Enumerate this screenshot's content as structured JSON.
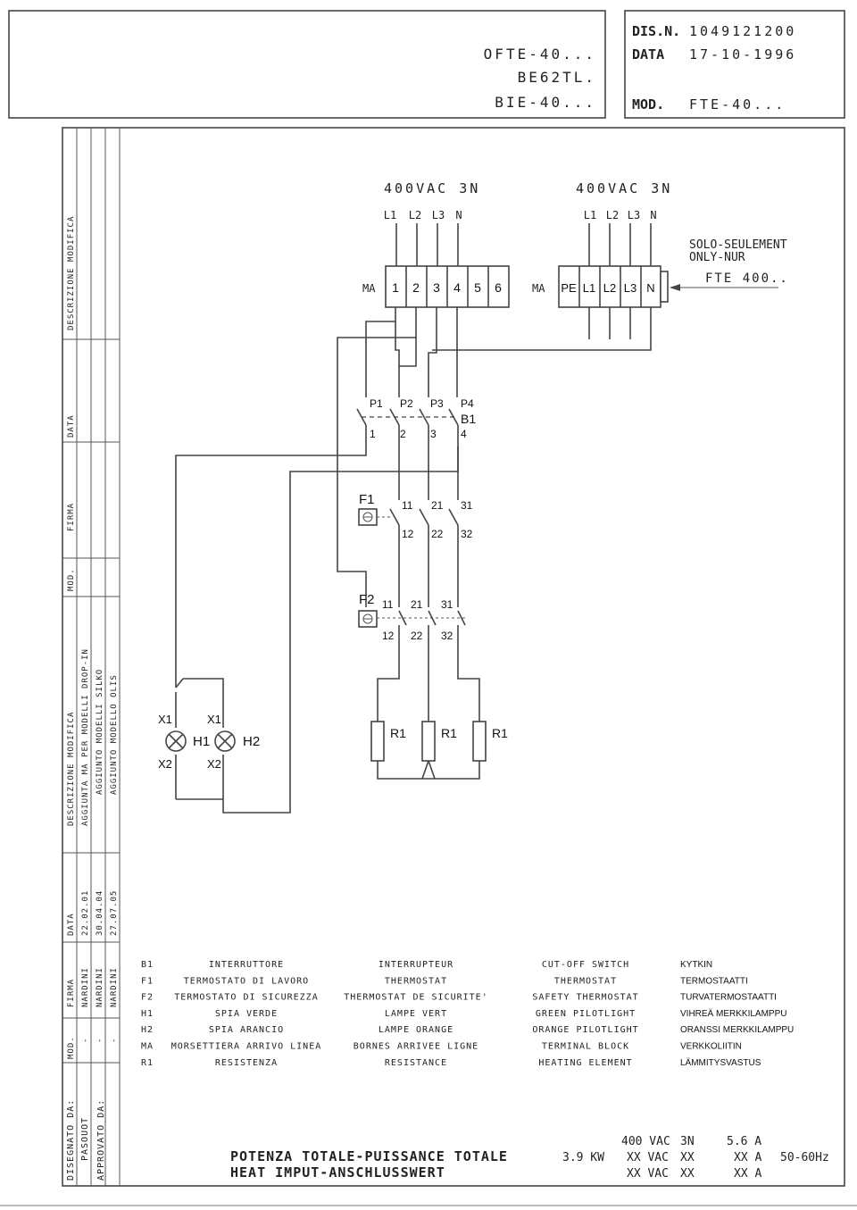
{
  "header": {
    "models": [
      "OFTE-40...",
      "BE62TL.",
      "BIE-40..."
    ],
    "dis_label": "DIS.N.",
    "dis_value": "1049121200",
    "data_label": "DATA",
    "data_value": "17-10-1996",
    "mod_label": "MOD.",
    "mod_value": "FTE-40..."
  },
  "revision_table": {
    "headers": [
      "MOD.",
      "FIRMA",
      "DATA",
      "DESCRIZIONE MODIFICA"
    ],
    "bottom_header": [
      "MOD.",
      "FIRMA",
      "DATA",
      "DESCRIZIONE MODIFICA",
      "MOD.",
      "FIRMA",
      "DATA",
      "DESCRIZIONE MODIFICA"
    ],
    "rows": [
      {
        "mod": "-",
        "firma": "NARDINI",
        "data": "22.02.01",
        "desc": "AGGIUNTA MA PER MODELLI DROP-IN"
      },
      {
        "mod": "-",
        "firma": "NARDINI",
        "data": "30.04.04",
        "desc": "AGGIUNTO MODELLI SILKO"
      },
      {
        "mod": "-",
        "firma": "NARDINI",
        "data": "27.07.05",
        "desc": "AGGIUNTO MODELLO OLIS"
      }
    ],
    "designed_by": "DISEGNATO DA:",
    "designer": "PASOUOT",
    "approved_by": "APPROVATO DA:"
  },
  "schematic": {
    "supply_left": "400VAC 3N",
    "supply_right": "400VAC 3N",
    "phases": [
      "L1",
      "L2",
      "L3",
      "N"
    ],
    "ma_label": "MA",
    "terminals_left": [
      "1",
      "2",
      "3",
      "4",
      "5",
      "6"
    ],
    "terminals_right": [
      "PE",
      "L1",
      "L2",
      "L3",
      "N"
    ],
    "solo_note": [
      "SOLO-SEULEMENT",
      "ONLY-NUR"
    ],
    "solo_model": "FTE 400..",
    "b1_poles": [
      "P1",
      "P2",
      "P3",
      "P4"
    ],
    "b1_contacts": [
      "1",
      "2",
      "3",
      "4"
    ],
    "b1_label": "B1",
    "f1_label": "F1",
    "f_top": [
      "11",
      "21",
      "31"
    ],
    "f_bottom": [
      "12",
      "22",
      "32"
    ],
    "f2_label": "F2",
    "x1": "X1",
    "x2": "X2",
    "h1": "H1",
    "h2": "H2",
    "r1": "R1"
  },
  "legend": [
    {
      "code": "B1",
      "it": "INTERRUTTORE",
      "fr": "INTERRUPTEUR",
      "en": "CUT-OFF SWITCH",
      "fi": "KYTKIN"
    },
    {
      "code": "F1",
      "it": "TERMOSTATO DI LAVORO",
      "fr": "THERMOSTAT",
      "en": "THERMOSTAT",
      "fi": "TERMOSTAATTI"
    },
    {
      "code": "F2",
      "it": "TERMOSTATO DI SICUREZZA",
      "fr": "THERMOSTAT DE SICURITE'",
      "en": "SAFETY THERMOSTAT",
      "fi": "TURVATERMOSTAATTI"
    },
    {
      "code": "H1",
      "it": "SPIA VERDE",
      "fr": "LAMPE VERT",
      "en": "GREEN PILOTLIGHT",
      "fi": "VIHREÄ MERKKILAMPPU"
    },
    {
      "code": "H2",
      "it": "SPIA ARANCIO",
      "fr": "LAMPE ORANGE",
      "en": "ORANGE PILOTLIGHT",
      "fi": "ORANSSI MERKKILAMPPU"
    },
    {
      "code": "MA",
      "it": "MORSETTIERA ARRIVO LINEA",
      "fr": "BORNES ARRIVEE LIGNE",
      "en": "TERMINAL BLOCK",
      "fi": "VERKKOLIITIN"
    },
    {
      "code": "R1",
      "it": "RESISTENZA",
      "fr": "RESISTANCE",
      "en": "HEATING ELEMENT",
      "fi": "LÄMMITYSVASTUS"
    }
  ],
  "footer": {
    "title1": "POTENZA TOTALE-PUISSANCE TOTALE",
    "title2": "HEAT IMPUT-ANSCHLUSSWERT",
    "power": "3.9 KW",
    "rows": [
      {
        "v": "400 VAC",
        "n": "3N",
        "a": "5.6 A"
      },
      {
        "v": "XX VAC",
        "n": "XX",
        "a": "XX A"
      },
      {
        "v": "XX VAC",
        "n": "XX",
        "a": "XX A"
      }
    ],
    "freq": "50-60Hz"
  }
}
